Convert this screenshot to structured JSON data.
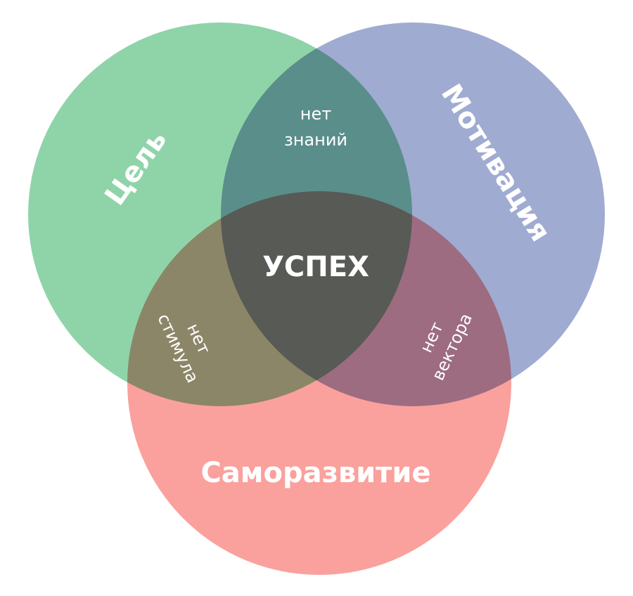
{
  "colors": {
    "goal": "#8fd4a9",
    "motivation": "#a0abd1",
    "self_development": "#faa19d",
    "text": "#ffffff"
  },
  "sets": {
    "goal": "Цель",
    "motivation": "Мотивация",
    "self_development": "Саморазвитие"
  },
  "intersections": {
    "all": "УСПЕХ",
    "goal_motivation": [
      "нет",
      "знаний"
    ],
    "goal_self_development": [
      "нет",
      "стимула"
    ],
    "motivation_self_development": [
      "нет",
      "вектора"
    ]
  }
}
